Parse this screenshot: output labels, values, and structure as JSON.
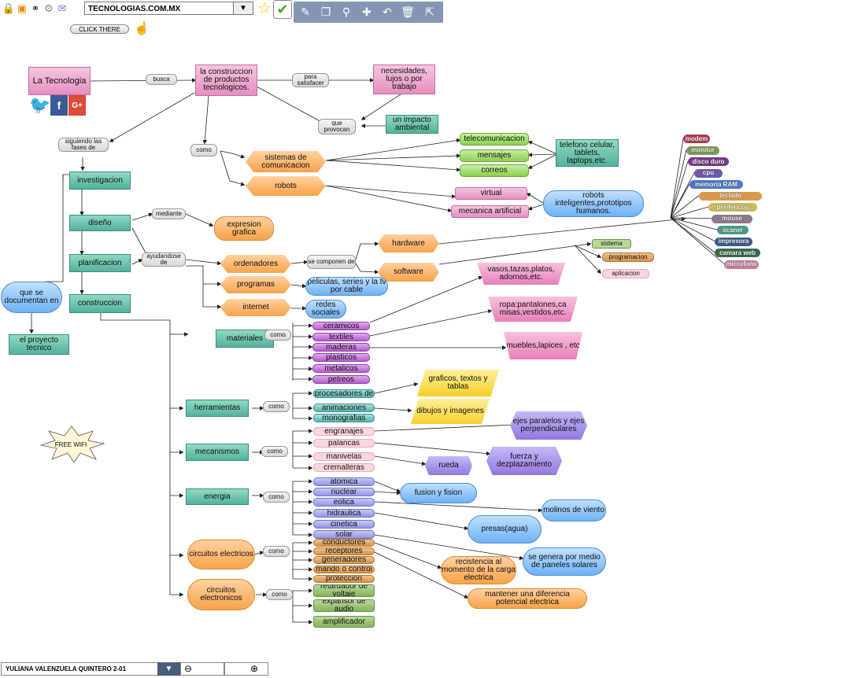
{
  "toolbar": {
    "url": "TECNOLOGIAS.COM.MX",
    "click_button": "CLICK THERE"
  },
  "footer": {
    "author": "YULIANA VALENZUELA QUINTERO 2-01"
  },
  "badge": "FREE WIFI",
  "social": {
    "facebook": "f",
    "google": "G+"
  },
  "nodes": {
    "la_tecnologia": "La Tecnologia",
    "busca": "busca",
    "construccion_productos": "la construccion de productos tecnologicos.",
    "para_satisfacer": "para satisfacer",
    "necesidades": "necesidades, lujos o por trabajo",
    "que_provocan": "que provocan",
    "impacto": "un impacto ambiental",
    "siguiendo": "siguiendo las fases de",
    "como1": "como",
    "sistemas_com": "sistemas de comunicacion",
    "robots": "robots",
    "telecomunicacion": "telecomunicacion",
    "mensajes": "mensajes",
    "correos": "correos",
    "telefono": "telefono celular, tablets, laptops,etc.",
    "virtual": "virtual",
    "mecanica": "mecanica artificial",
    "robots_int": "robots inteligentes,prototipos humanos.",
    "investigacion": "investigacion",
    "diseno": "diseño",
    "mediante": "mediante",
    "expresion": "expresion grafica",
    "planificacion": "planificacion",
    "ayudandose": "ayudandose de",
    "ordenadores": "ordenadores",
    "se_componen": "se componen de",
    "hardware": "hardware",
    "software": "software",
    "sistema": "sistema",
    "programacion": "programacion",
    "aplicacion": "aplicacion",
    "programas": "programas",
    "peliculas": "peliculas, series y la tv por cable",
    "internet": "internet",
    "redes": "redes sociales",
    "que_se_doc": "que se documentan en",
    "proyecto": "el proyecto tecnico",
    "construccion": "construccion",
    "materiales": "materiales",
    "como_mat": "como",
    "ceramicos": "ceramicos",
    "textiles": "textiles",
    "maderas": "maderas",
    "plasticos": "plasticos",
    "metalicos": "metalicos",
    "petreos": "petreos",
    "vasos": "vasos,tazas,platos, adornos,etc.",
    "ropa": "ropa:pantalones,ca misas,vestidos,etc.",
    "muebles": "muebles,lapices , etc",
    "herramientas": "herramientas",
    "como_her": "como",
    "procesadores": "procesadores de",
    "animaciones": "animaciones",
    "monografias": "monografias",
    "graficos": "graficos, textos y tablas",
    "dibujos": "dibujos y imagenes",
    "mecanismos": "mecanismos",
    "como_mec": "como",
    "engranajes": "engranajes",
    "palancas": "palancas",
    "manivelas": "manivelas",
    "cremalleras": "cremalleras",
    "ejes": "ejes paralelos y ejes perpendiculares",
    "fuerza": "fuerza y dezplazamiento",
    "rueda": "rueda",
    "energia": "energia",
    "como_ene": "como",
    "atomica": "atomica",
    "nuclear": "nuclear",
    "eolica": "eolica",
    "hidraulica": "hidraulica",
    "cinetica": "cinetica",
    "solar": "solar",
    "fusion": "fusion y fision",
    "molinos": "molinos de viento",
    "presas": "presas(agua)",
    "paneles": "se genera por medio de paneles solares",
    "circ_elec": "circuitos electricos",
    "como_ce": "como",
    "conductores": "conductores",
    "receptores": "receptores",
    "generadores": "generadores",
    "mando": "mando o control",
    "proteccion": "proteccion",
    "resistencia": "recistencia al momento de la carga electrica",
    "mantener": "mantener una diferencia potencial electrica",
    "circ_electronicos": "circuitos electronicos",
    "como_cel": "como",
    "retardador": "retardador de voltaje",
    "expansor": "expansor de audio",
    "amplificador": "amplificador"
  },
  "hardware_items": [
    {
      "label": "modem",
      "color": "#b13a4f"
    },
    {
      "label": "monitor",
      "color": "#7a9a5a"
    },
    {
      "label": "disco duro",
      "color": "#7a3a8a"
    },
    {
      "label": "cpu",
      "color": "#6a5aa8"
    },
    {
      "label": "memoria RAM",
      "color": "#4a7ac8"
    },
    {
      "label": "teclado",
      "color": "#d89a4a"
    },
    {
      "label": "perifericos",
      "color": "#c8b860"
    },
    {
      "label": "mouse",
      "color": "#8a7a8a"
    },
    {
      "label": "scaner",
      "color": "#4a9a8a"
    },
    {
      "label": "impresora",
      "color": "#3a5a8a"
    },
    {
      "label": "camara web",
      "color": "#3a6a4a"
    },
    {
      "label": "microfono",
      "color": "#c87aa0"
    }
  ]
}
